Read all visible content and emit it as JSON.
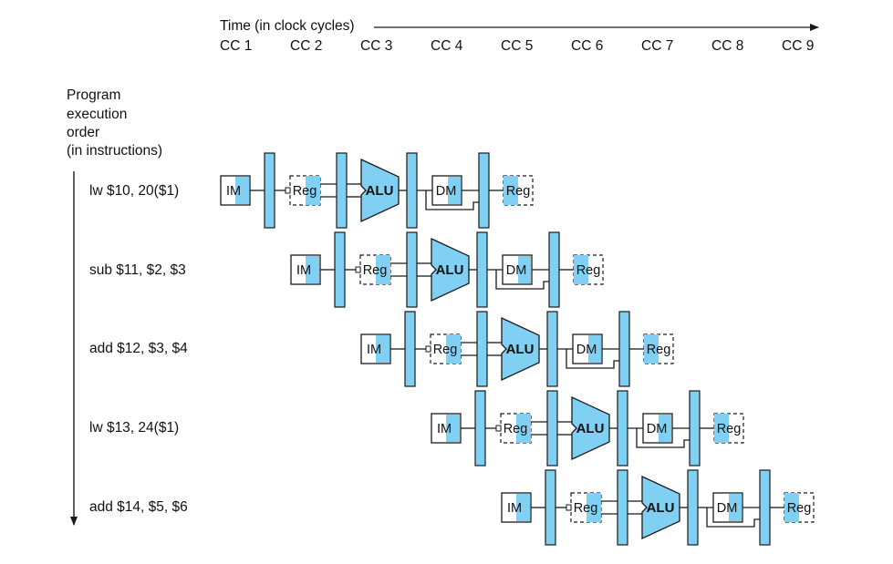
{
  "time_axis": {
    "label": "Time (in clock cycles)",
    "cycles": [
      "CC 1",
      "CC 2",
      "CC 3",
      "CC 4",
      "CC 5",
      "CC 6",
      "CC 7",
      "CC 8",
      "CC 9"
    ]
  },
  "order_axis": {
    "label_lines": [
      "Program",
      "execution",
      "order",
      "(in instructions)"
    ]
  },
  "stages": {
    "im": "IM",
    "reg": "Reg",
    "alu": "ALU",
    "dm": "DM"
  },
  "instructions": [
    {
      "text": "lw $10, 20($1)"
    },
    {
      "text": "sub $11, $2, $3"
    },
    {
      "text": "add $12, $3, $4"
    },
    {
      "text": "lw $13, 24($1)"
    },
    {
      "text": "add $14, $5, $6"
    }
  ],
  "colors": {
    "fill": "#7fd0f2",
    "stroke": "#1a1a1a"
  }
}
